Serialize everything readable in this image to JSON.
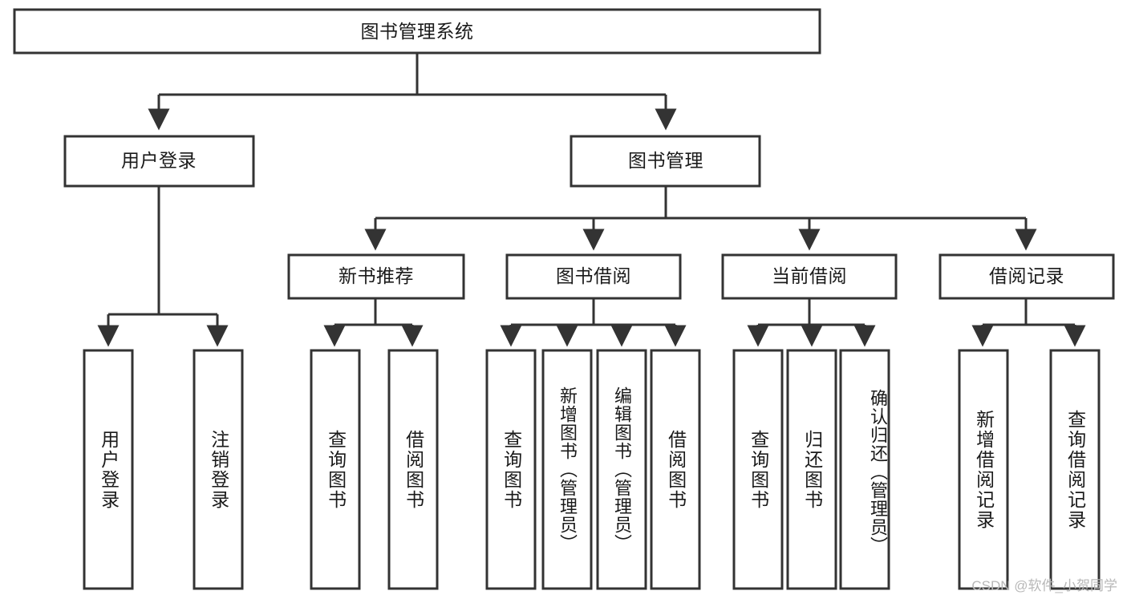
{
  "diagram": {
    "title": "图书管理系统",
    "type": "tree-hierarchy",
    "orientation": "top-down",
    "colors": {
      "box_stroke": "#333333",
      "box_fill": "#ffffff",
      "text": "#1a1a1a",
      "connector": "#333333",
      "background": "#ffffff",
      "watermark": "#b8b8b8"
    },
    "root": {
      "label": "图书管理系统"
    },
    "level2": [
      {
        "label": "用户登录"
      },
      {
        "label": "图书管理"
      }
    ],
    "level3": [
      {
        "label": "新书推荐"
      },
      {
        "label": "图书借阅"
      },
      {
        "label": "当前借阅"
      },
      {
        "label": "借阅记录"
      }
    ],
    "leaves": {
      "user_login": [
        {
          "label": "用户登录"
        },
        {
          "label": "注销登录"
        }
      ],
      "new_book_recommend": [
        {
          "label": "查询图书"
        },
        {
          "label": "借阅图书"
        }
      ],
      "book_borrow": [
        {
          "label": "查询图书"
        },
        {
          "label": "新增图书（管理员）"
        },
        {
          "label": "编辑图书（管理员）"
        },
        {
          "label": "借阅图书"
        }
      ],
      "current_borrow": [
        {
          "label": "查询图书"
        },
        {
          "label": "归还图书"
        },
        {
          "label": "确认归还（管理员）"
        }
      ],
      "borrow_record": [
        {
          "label": "新增借阅记录"
        },
        {
          "label": "查询借阅记录"
        }
      ]
    }
  },
  "watermark": {
    "text": "CSDN @软件_小贺同学"
  }
}
